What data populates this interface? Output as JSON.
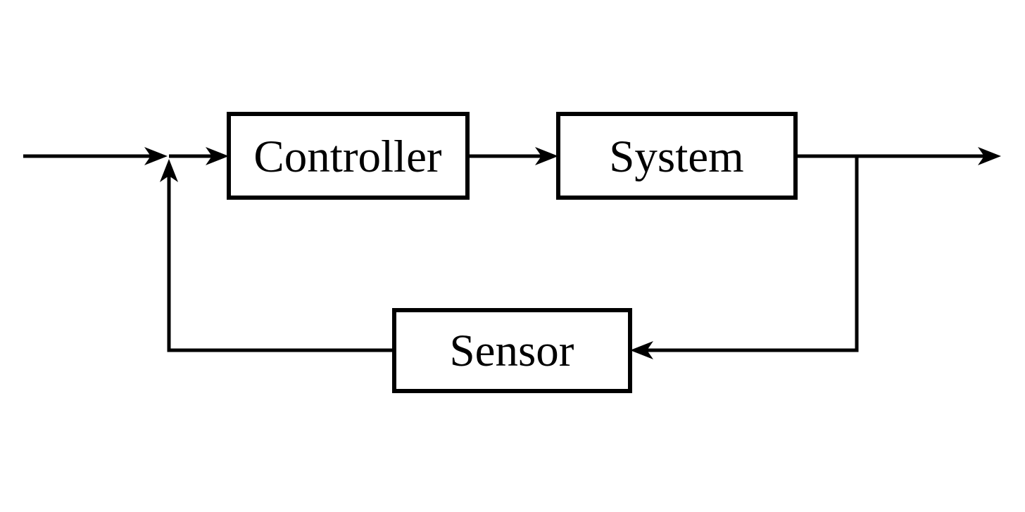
{
  "diagram": {
    "type": "block-diagram",
    "subject": "closed-loop feedback control system",
    "nodes": [
      {
        "id": "controller",
        "label": "Controller"
      },
      {
        "id": "system",
        "label": "System"
      },
      {
        "id": "sensor",
        "label": "Sensor"
      }
    ],
    "edges": [
      {
        "from": "input",
        "to": "summing-junction",
        "arrow": "right"
      },
      {
        "from": "summing-junction",
        "to": "controller",
        "arrow": "right"
      },
      {
        "from": "controller",
        "to": "system",
        "arrow": "right"
      },
      {
        "from": "system",
        "to": "output",
        "arrow": "right"
      },
      {
        "from": "system-output-tap",
        "to": "sensor",
        "arrow": "left"
      },
      {
        "from": "sensor",
        "to": "summing-junction",
        "arrow": "up"
      }
    ],
    "colors": {
      "stroke": "#000000",
      "background": "#ffffff",
      "box_fill": "#ffffff"
    }
  }
}
